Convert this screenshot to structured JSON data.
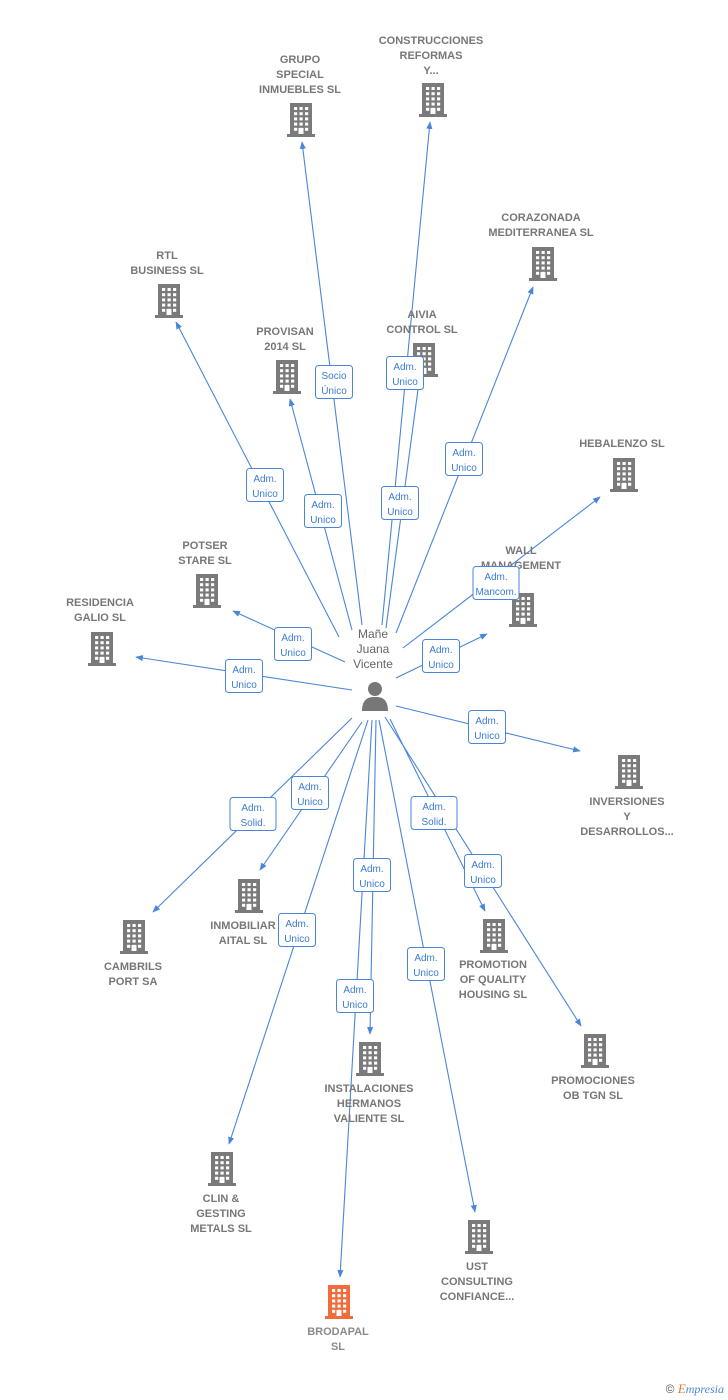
{
  "colors": {
    "edge": "#4a86d8",
    "building": "#7a7a7a",
    "building_highlight": "#f26b3a",
    "person": "#777777"
  },
  "person": {
    "name_lines": [
      "Mañe",
      "Juana",
      "Vicente"
    ],
    "icon": "person-icon"
  },
  "nodes": [
    {
      "id": "grupo",
      "lines": [
        "GRUPO",
        "SPECIAL",
        "INMUEBLES SL"
      ]
    },
    {
      "id": "construcciones",
      "lines": [
        "CONSTRUCCIONES",
        "REFORMAS",
        "Y..."
      ]
    },
    {
      "id": "corazonada",
      "lines": [
        "CORAZONADA",
        "MEDITERRANEA SL"
      ]
    },
    {
      "id": "rtl",
      "lines": [
        "RTL",
        "BUSINESS  SL"
      ]
    },
    {
      "id": "provisan",
      "lines": [
        "PROVISAN",
        "2014  SL"
      ]
    },
    {
      "id": "aivia",
      "lines": [
        "AIVIA",
        "CONTROL  SL"
      ]
    },
    {
      "id": "hebalenzo",
      "lines": [
        "HEBALENZO SL"
      ]
    },
    {
      "id": "wall",
      "lines": [
        "WALL",
        "MANAGEMENT"
      ]
    },
    {
      "id": "potser",
      "lines": [
        "POTSER",
        "STARE  SL"
      ]
    },
    {
      "id": "residencia",
      "lines": [
        "RESIDENCIA",
        "GALIO  SL"
      ]
    },
    {
      "id": "inversiones",
      "lines": [
        "INVERSIONES",
        "Y",
        "DESARROLLOS..."
      ]
    },
    {
      "id": "inmobiliaria",
      "lines": [
        "INMOBILIAR",
        "AITAL SL"
      ]
    },
    {
      "id": "cambrils",
      "lines": [
        "CAMBRILS",
        "PORT SA"
      ]
    },
    {
      "id": "promotion",
      "lines": [
        "PROMOTION",
        "OF QUALITY",
        "HOUSING  SL"
      ]
    },
    {
      "id": "promociones",
      "lines": [
        "PROMOCIONES",
        "OB TGN  SL"
      ]
    },
    {
      "id": "instalaciones",
      "lines": [
        "INSTALACIONES",
        "HERMANOS",
        "VALIENTE SL"
      ]
    },
    {
      "id": "clin",
      "lines": [
        "CLIN &",
        "GESTING",
        "METALS SL"
      ]
    },
    {
      "id": "ust",
      "lines": [
        "UST",
        "CONSULTING",
        "CONFIANCE..."
      ]
    },
    {
      "id": "brodapal",
      "lines": [
        "BRODAPAL",
        "SL"
      ],
      "highlight": true
    }
  ],
  "edges": [
    {
      "to": "grupo",
      "label": [
        "Socio",
        "Único"
      ]
    },
    {
      "to": "construcciones",
      "label": [
        "Adm.",
        "Unico"
      ]
    },
    {
      "to": "corazonada",
      "label": [
        "Adm.",
        "Unico"
      ]
    },
    {
      "to": "rtl",
      "label": [
        "Adm.",
        "Unico"
      ]
    },
    {
      "to": "provisan",
      "label": [
        "Adm.",
        "Unico"
      ]
    },
    {
      "to": "aivia",
      "label": [
        "Adm.",
        "Unico"
      ]
    },
    {
      "to": "hebalenzo",
      "label": [
        "Adm.",
        "Mancom."
      ]
    },
    {
      "to": "wall",
      "label": [
        "Adm.",
        "Unico"
      ]
    },
    {
      "to": "potser",
      "label": [
        "Adm.",
        "Unico"
      ]
    },
    {
      "to": "residencia",
      "label": [
        "Adm.",
        "Unico"
      ]
    },
    {
      "to": "inversiones",
      "label": [
        "Adm.",
        "Unico"
      ]
    },
    {
      "to": "cambrils",
      "label": [
        "Adm.",
        "Solid."
      ]
    },
    {
      "to": "inmobiliaria",
      "label": [
        "Adm.",
        "Unico"
      ]
    },
    {
      "to": "promotion",
      "label": [
        "Adm.",
        "Solid."
      ]
    },
    {
      "to": "promociones",
      "label": [
        "Adm.",
        "Unico"
      ]
    },
    {
      "to": "instalaciones",
      "label": [
        "Adm.",
        "Unico"
      ]
    },
    {
      "to": "clin",
      "label": [
        "Adm.",
        "Unico"
      ]
    },
    {
      "to": "brodapal",
      "label": [
        "Adm.",
        "Unico"
      ]
    },
    {
      "to": "ust",
      "label": [
        "Adm.",
        "Unico"
      ]
    }
  ],
  "footer": {
    "copyright": "©",
    "brand_first": "E",
    "brand_rest": "mpresia"
  }
}
